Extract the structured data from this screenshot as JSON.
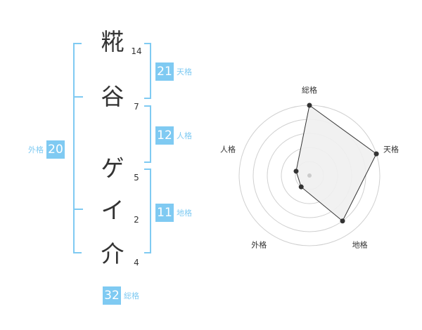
{
  "name": {
    "surname": [
      {
        "char": "糀",
        "strokes": "14"
      },
      {
        "char": "谷",
        "strokes": "7"
      }
    ],
    "given": [
      {
        "char": "ゲ",
        "strokes": "5"
      },
      {
        "char": "イ",
        "strokes": "2"
      },
      {
        "char": "介",
        "strokes": "4"
      }
    ]
  },
  "scores": {
    "tenkaku": {
      "value": "21",
      "label": "天格"
    },
    "jinkaku": {
      "value": "12",
      "label": "人格"
    },
    "chikaku": {
      "value": "11",
      "label": "地格"
    },
    "gaikaku": {
      "value": "20",
      "label": "外格"
    },
    "soukaku": {
      "value": "32",
      "label": "総格"
    }
  },
  "chart_data": {
    "type": "radar",
    "axes": [
      "総格",
      "天格",
      "地格",
      "外格",
      "人格"
    ],
    "values": [
      5,
      5,
      4,
      1,
      1
    ],
    "rmax": 5,
    "rings": 5,
    "colors": {
      "ring": "#d0d0d0",
      "fill": "#f0f0f0",
      "line": "#333333",
      "point": "#333333",
      "center": "#cccccc"
    }
  }
}
